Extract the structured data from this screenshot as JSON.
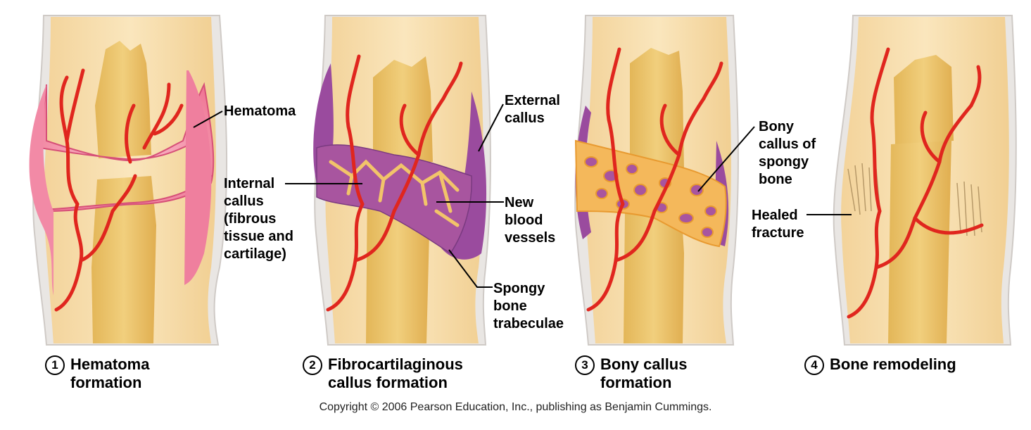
{
  "labels": {
    "hematoma": "Hematoma",
    "internal_callus": [
      "Internal",
      "callus",
      "(fibrous",
      "tissue and",
      "cartilage)"
    ],
    "external_callus": [
      "External",
      "callus"
    ],
    "new_blood_vessels": [
      "New",
      "blood",
      "vessels"
    ],
    "spongy_bone_trabeculae": [
      "Spongy",
      "bone",
      "trabeculae"
    ],
    "bony_callus": [
      "Bony",
      "callus of",
      "spongy",
      "bone"
    ],
    "healed_fracture": [
      "Healed",
      "fracture"
    ]
  },
  "stages": [
    {
      "number": "1",
      "title": [
        "Hematoma",
        "formation"
      ]
    },
    {
      "number": "2",
      "title": [
        "Fibrocartilaginous",
        "callus formation"
      ]
    },
    {
      "number": "3",
      "title": [
        "Bony callus",
        "formation"
      ]
    },
    {
      "number": "4",
      "title": [
        "Bone remodeling"
      ]
    }
  ],
  "copyright": "Copyright © 2006 Pearson Education, Inc., publishing as Benjamin Cummings.",
  "colors": {
    "bone_shaft": "#f7d9a0",
    "spongy_bone": "#ecc66a",
    "periosteum": "#e6e3e1",
    "hematoma": "#f07a98",
    "callus_purple": "#9a4b9e",
    "bony_callus": "#f4b85b",
    "vessel": "#e0261e"
  }
}
